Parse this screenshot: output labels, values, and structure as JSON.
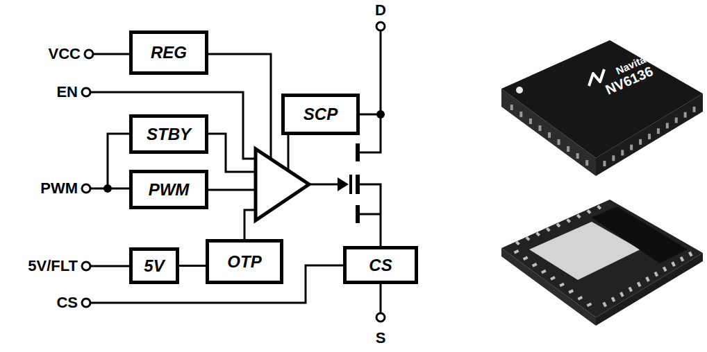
{
  "diagram": {
    "nodes": [
      {
        "text": [
          "REG"
        ]
      },
      {
        "text": [
          "SCP"
        ]
      },
      {
        "text": [
          "STBY"
        ]
      },
      {
        "text": [
          "PWM"
        ]
      },
      {
        "text": [
          "5V"
        ]
      },
      {
        "text": [
          "OTP"
        ]
      },
      {
        "text": [
          "CS"
        ]
      }
    ],
    "edges": [
      {
        "from": 4,
        "to": 5,
        "arrow": "none"
      }
    ],
    "labels": [
      "VCC",
      "EN",
      "PWM",
      "5V/FLT",
      "CS",
      "D",
      "S",
      "Navitas",
      "NV6136"
    ]
  }
}
